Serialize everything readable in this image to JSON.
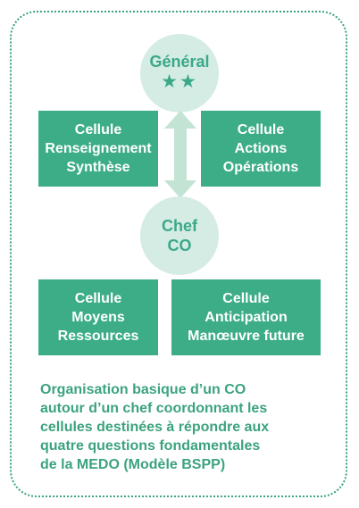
{
  "general": {
    "title": "Général",
    "stars": "★★"
  },
  "chef": {
    "line1": "Chef",
    "line2": "CO"
  },
  "cells": {
    "renseignement": [
      "Cellule",
      "Renseignement",
      "Synthèse"
    ],
    "actions": [
      "Cellule",
      "Actions",
      "Opérations"
    ],
    "moyens": [
      "Cellule",
      "Moyens",
      "Ressources"
    ],
    "anticipation": [
      "Cellule",
      "Anticipation",
      "Manœuvre future"
    ]
  },
  "caption": [
    "Organisation basique d’un CO",
    "autour d’un chef coordonnant les",
    "cellules destinées à répondre aux",
    "quatre questions fondamentales",
    "de la MEDO (Modèle BSPP)"
  ],
  "colors": {
    "border": "#3aa383",
    "circle_fill": "#d4ece3",
    "circle_text": "#3ba88a",
    "box_fill": "#3cad87",
    "box_text": "#ffffff",
    "arrow": "#c3e3d5",
    "caption": "#3ca37e"
  },
  "icons": {
    "stars": "star-icon",
    "connector": "double-arrow-icon"
  }
}
